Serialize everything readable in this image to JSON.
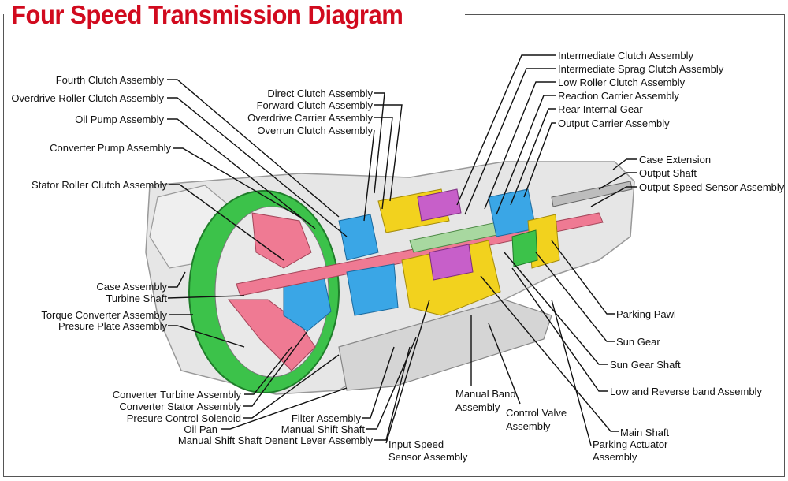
{
  "title": "Four Speed Transmission Diagram",
  "labels_left": {
    "fourth_clutch": "Fourth Clutch Assembly",
    "overdrive_roller_clutch": "Overdrive Roller Clutch Assembly",
    "oil_pump": "Oil Pump Assembly",
    "converter_pump": "Converter Pump Assembly",
    "stator_roller_clutch": "Stator Roller Clutch Assembly",
    "case": "Case Assembly",
    "turbine_shaft": "Turbine Shaft",
    "torque_converter": "Torque Converter Assembly",
    "presure_plate": "Presure Plate Assembly",
    "converter_turbine": "Converter Turbine Assembly",
    "converter_stator": "Converter Stator Assembly",
    "presure_control_solenoid": "Presure Control Solenoid",
    "oil_pan": "Oil Pan",
    "manual_shaft_denent_lever": "Manual Shift Shaft Denent Lever Assembly"
  },
  "labels_center": {
    "direct_clutch": "Direct Clutch Assembly",
    "forward_clutch": "Forward Clutch Assembly",
    "overdrive_carrier": "Overdrive Carrier Assembly",
    "overrun_clutch": "Overrun Clutch Assembly",
    "filter": "Filter Assembly",
    "manual_shift_shaft": "Manual Shift Shaft"
  },
  "labels_bottom": {
    "input_speed_1": "Input Speed",
    "input_speed_2": "Sensor Assembly",
    "manual_band_1": "Manual Band",
    "manual_band_2": "Assembly",
    "control_valve_1": "Control Valve",
    "control_valve_2": "Assembly",
    "parking_actuator_1": "Parking Actuator",
    "parking_actuator_2": "Assembly"
  },
  "labels_right": {
    "intermediate_clutch": "Intermediate Clutch Assembly",
    "intermediate_sprag": "Intermediate Sprag Clutch Assembly",
    "low_roller": "Low Roller Clutch Assembly",
    "reaction_carrier": "Reaction Carrier Assembly",
    "rear_internal_gear": "Rear Internal Gear",
    "output_carrier": "Output Carrier Assembly",
    "case_extension": "Case Extension",
    "output_shaft": "Output Shaft",
    "output_speed_sensor": "Output Speed Sensor Assembly",
    "parking_pawl": "Parking Pawl",
    "sun_gear": "Sun Gear",
    "sun_gear_shaft": "Sun Gear Shaft",
    "low_reverse_band": "Low and Reverse band Assembly",
    "main_shaft": "Main Shaft"
  },
  "colors": {
    "title": "#d10a1e",
    "green": "#3cc24a",
    "pink": "#ef7a93",
    "blue": "#3aa6e6",
    "yellow": "#f2d21e",
    "purple": "#c75fc9",
    "gray": "#c9c9c9"
  }
}
